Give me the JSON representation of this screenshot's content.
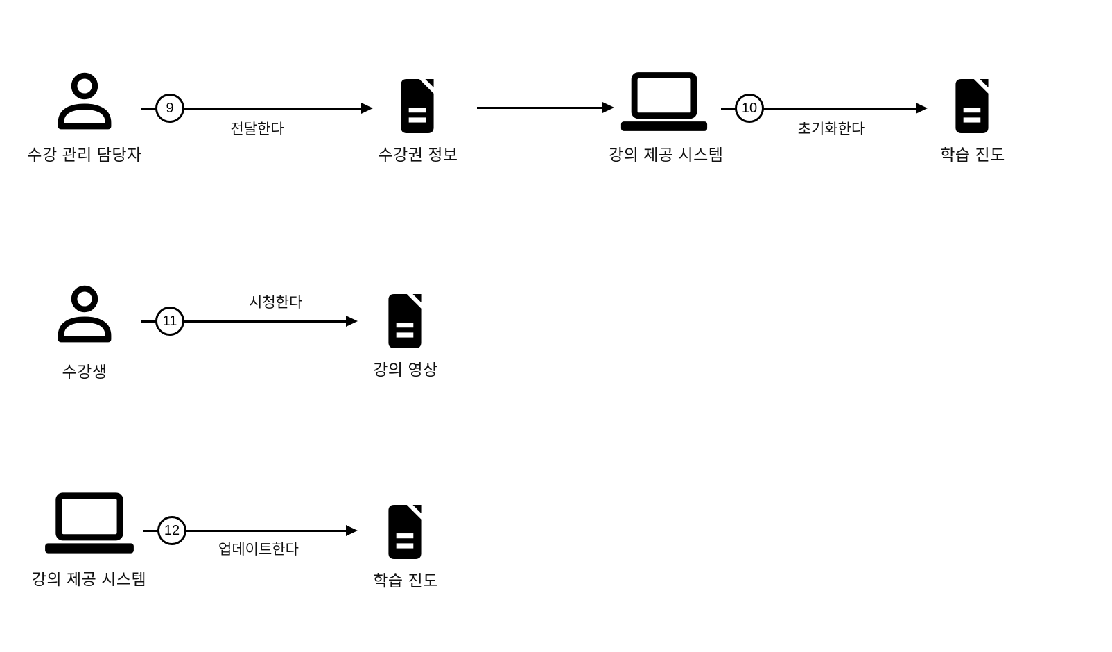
{
  "colors": {
    "background": "#ffffff",
    "stroke": "#000000"
  },
  "nodes": {
    "course_manager": {
      "label": "수강 관리 담당자",
      "icon": "person"
    },
    "ticket_info": {
      "label": "수강권 정보",
      "icon": "document"
    },
    "lecture_system_top": {
      "label": "강의 제공 시스템",
      "icon": "laptop"
    },
    "progress_top": {
      "label": "학습 진도",
      "icon": "document"
    },
    "student": {
      "label": "수강생",
      "icon": "person"
    },
    "lecture_video": {
      "label": "강의 영상",
      "icon": "document"
    },
    "lecture_system_bottom": {
      "label": "강의 제공 시스템",
      "icon": "laptop"
    },
    "progress_bottom": {
      "label": "학습 진도",
      "icon": "document"
    }
  },
  "edges": {
    "step9": {
      "number": "9",
      "label": "전달한다"
    },
    "plain": {
      "number": "",
      "label": ""
    },
    "step10": {
      "number": "10",
      "label": "초기화한다"
    },
    "step11": {
      "number": "11",
      "label": "시청한다"
    },
    "step12": {
      "number": "12",
      "label": "업데이트한다"
    }
  }
}
